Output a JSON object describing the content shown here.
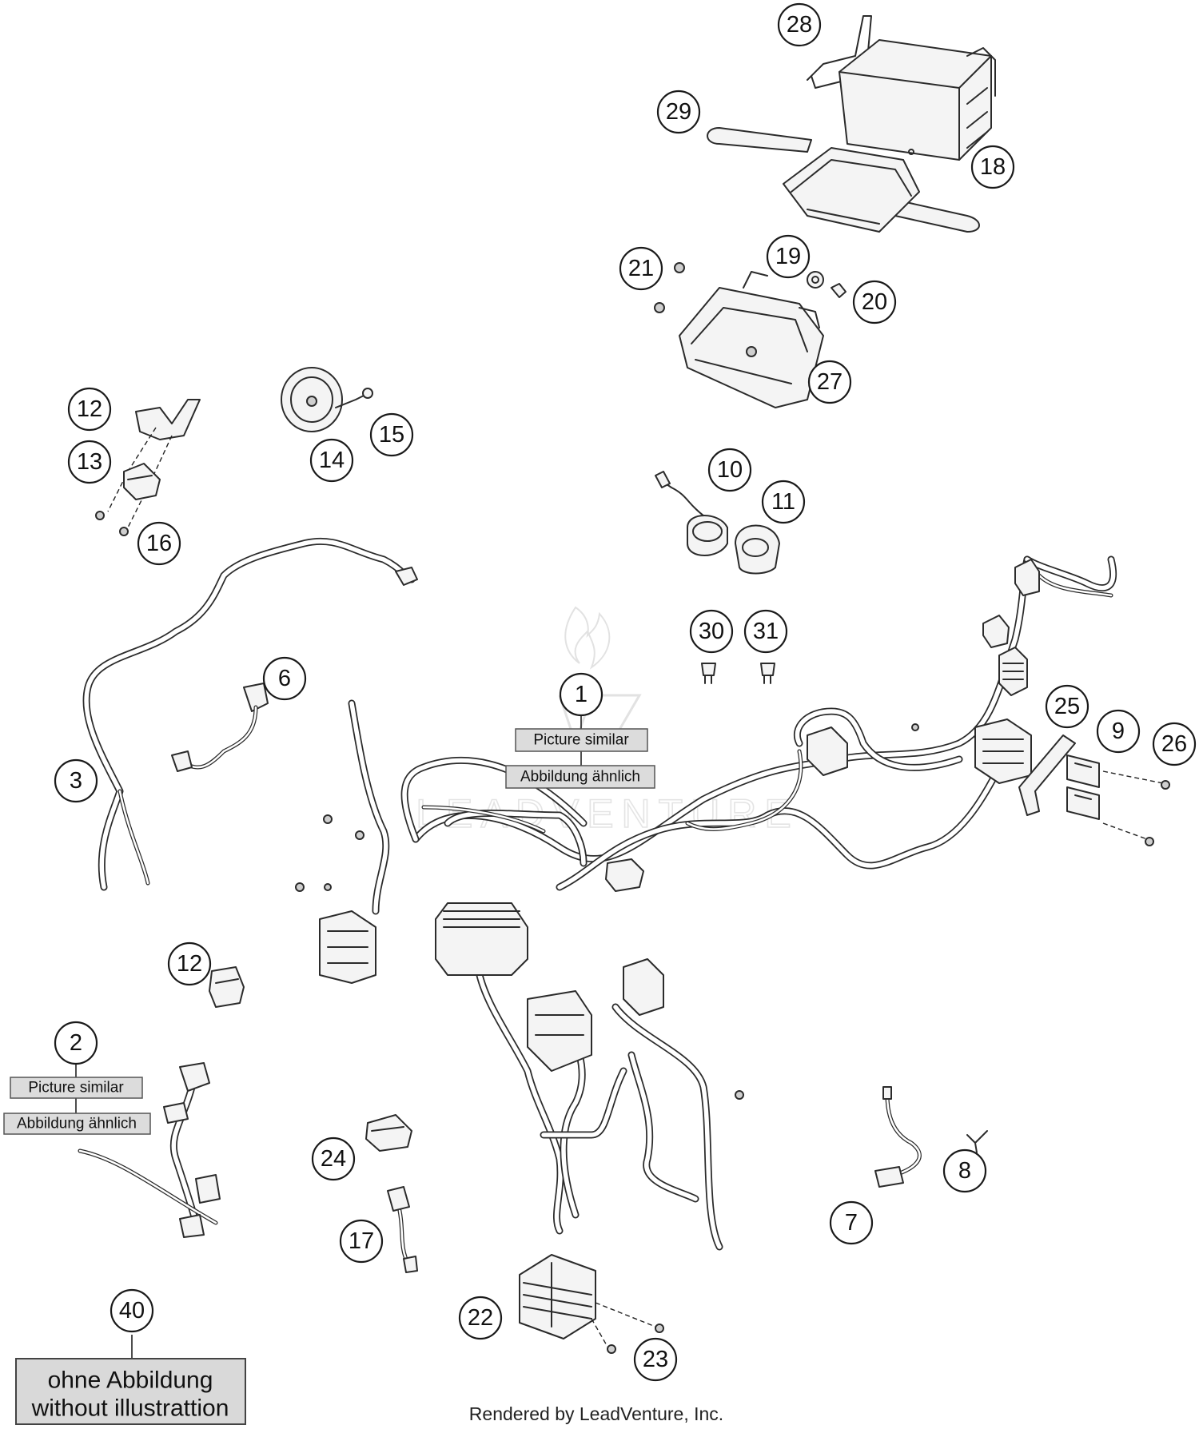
{
  "diagram": {
    "callouts": [
      "1",
      "2",
      "3",
      "6",
      "7",
      "8",
      "9",
      "10",
      "11",
      "12",
      "12",
      "13",
      "14",
      "15",
      "16",
      "17",
      "18",
      "19",
      "20",
      "21",
      "22",
      "23",
      "24",
      "25",
      "26",
      "27",
      "28",
      "29",
      "30",
      "31",
      "40"
    ],
    "notes": {
      "picture_similar": "Picture similar",
      "abbildung_aehnlich": "Abbildung ähnlich"
    },
    "without_illustration": {
      "line1": "ohne Abbildung",
      "line2": "without illustrattion"
    },
    "watermark": "LEADVENTURE",
    "footer": "Rendered by LeadVenture, Inc."
  }
}
